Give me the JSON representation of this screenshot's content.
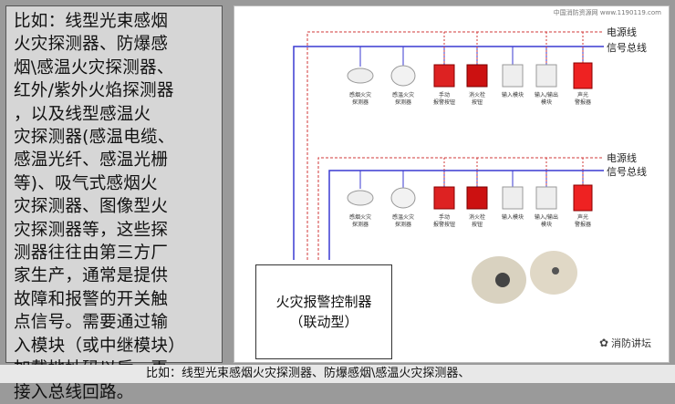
{
  "left_panel": {
    "text": "比如：线型光束感烟\n火灾探测器、防爆感\n烟\\感温火灾探测器、\n红外/紫外火焰探测器\n，以及线型感温火\n灾探测器(感温电缆、\n感温光纤、感温光栅\n等)、吸气式感烟火\n灾探测器、图像型火\n灾探测器等，这些探\n测器往往由第三方厂\n家生产，通常是提供\n故障和报警的开关触\n点信号。需要通过输\n入模块（或中继模块）\n加载地址码以后，再\n接入总线回路。"
  },
  "diagram": {
    "watermark": "中国消防资源网  www.1190119.com",
    "bus_top": {
      "power": "电源线",
      "signal": "信号总线"
    },
    "bus_bottom": {
      "power": "电源线",
      "signal": "信号总线"
    },
    "devices": [
      {
        "label": "感烟火灾\n探测器",
        "icon": "smoke-detector-icon"
      },
      {
        "label": "感温火灾\n探测器",
        "icon": "heat-detector-icon"
      },
      {
        "label": "手动\n报警按钮",
        "icon": "manual-call-point-icon"
      },
      {
        "label": "消火栓\n按钮",
        "icon": "hydrant-button-icon"
      },
      {
        "label": "输入模块",
        "icon": "input-module-icon"
      },
      {
        "label": "输入/输出\n模块",
        "icon": "io-module-icon"
      },
      {
        "label": "声光\n警报器",
        "icon": "sounder-strobe-icon"
      }
    ],
    "controller": {
      "line1": "火灾报警控制器",
      "line2": "（联动型）"
    }
  },
  "caption": "比如：线型光束感烟火灾探测器、防爆感烟\\感温火灾探测器、",
  "logo": {
    "text": "消防讲坛",
    "icon": "wechat-icon"
  },
  "colors": {
    "power_line": "#d23a3a",
    "signal_line": "#3a3ad2"
  }
}
